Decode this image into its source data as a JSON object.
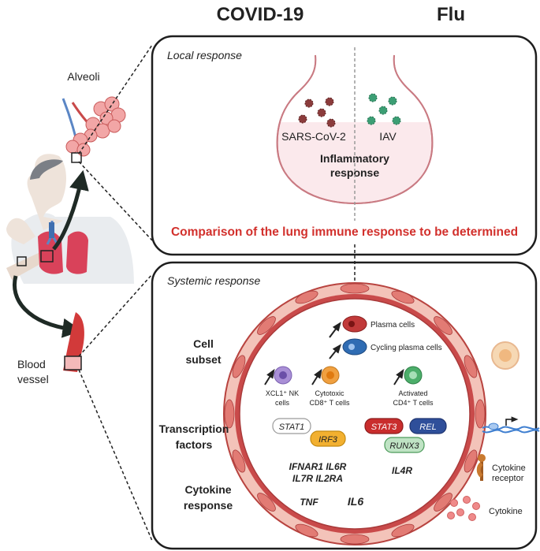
{
  "columns": {
    "left": "COVID-19",
    "right": "Flu"
  },
  "anatomy": {
    "alveoli": "Alveoli",
    "blood_vessel_1": "Blood",
    "blood_vessel_2": "vessel"
  },
  "local": {
    "title": "Local response",
    "virus_left": "SARS-CoV-2",
    "virus_right": "IAV",
    "inflammatory_1": "Inflammatory",
    "inflammatory_2": "response",
    "comparison": "Comparison of the lung immune response to be determined"
  },
  "systemic": {
    "title": "Systemic response",
    "row_cell_1": "Cell",
    "row_cell_2": "subset",
    "row_tf_1": "Transcription",
    "row_tf_2": "factors",
    "row_cyt_1": "Cytokine",
    "row_cyt_2": "response",
    "plasma": "Plasma  cells",
    "cycling": "Cycling plasma cells",
    "nk_1": "XCL1⁺ NK",
    "nk_2": "cells",
    "cd8_1": "Cytotoxic",
    "cd8_2": "CD8⁺ T cells",
    "cd4_1": "Activated",
    "cd4_2": "CD4⁺ T cells",
    "tf_left_1": "STAT1",
    "tf_left_2": "IRF3",
    "tf_right_1": "STAT3",
    "tf_right_2": "REL",
    "tf_right_3": "RUNX3",
    "cyt_left_1": "IFNAR1 IL6R",
    "cyt_left_2": "IL7R IL2RA",
    "cyt_left_3": "TNF",
    "cyt_right_1": "IL4R",
    "cyt_center": "IL6"
  },
  "legend": {
    "receptor_1": "Cytokine",
    "receptor_2": "receptor",
    "cytokine": "Cytokine"
  },
  "colors": {
    "accent_red": "#d2302c",
    "vessel": "#c94a4a",
    "vessel_light": "#f7d7d0"
  }
}
